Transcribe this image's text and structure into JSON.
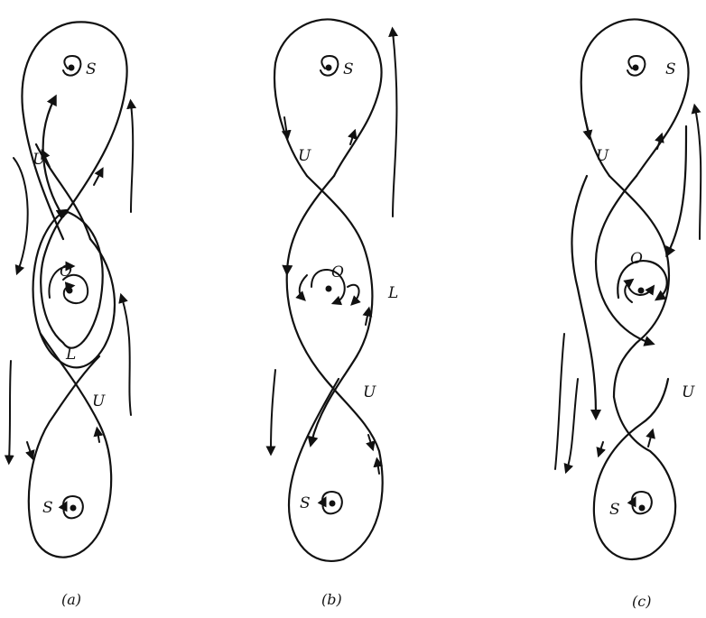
{
  "panels": [
    {
      "id": "a",
      "caption": "(a)",
      "labels": {
        "top_sink": "S",
        "top_saddle": "U",
        "center": "O",
        "limit_cycle": "L",
        "bottom_saddle": "U",
        "bottom_sink": "S"
      }
    },
    {
      "id": "b",
      "caption": "(b)",
      "labels": {
        "top_sink": "S",
        "top_saddle": "U",
        "center": "O",
        "limit_cycle": "L",
        "bottom_saddle": "U",
        "bottom_sink": "S"
      }
    },
    {
      "id": "c",
      "caption": "(c)",
      "labels": {
        "top_sink": "S",
        "top_saddle": "U",
        "center": "O",
        "bottom_saddle": "U",
        "bottom_sink": "S"
      }
    }
  ]
}
